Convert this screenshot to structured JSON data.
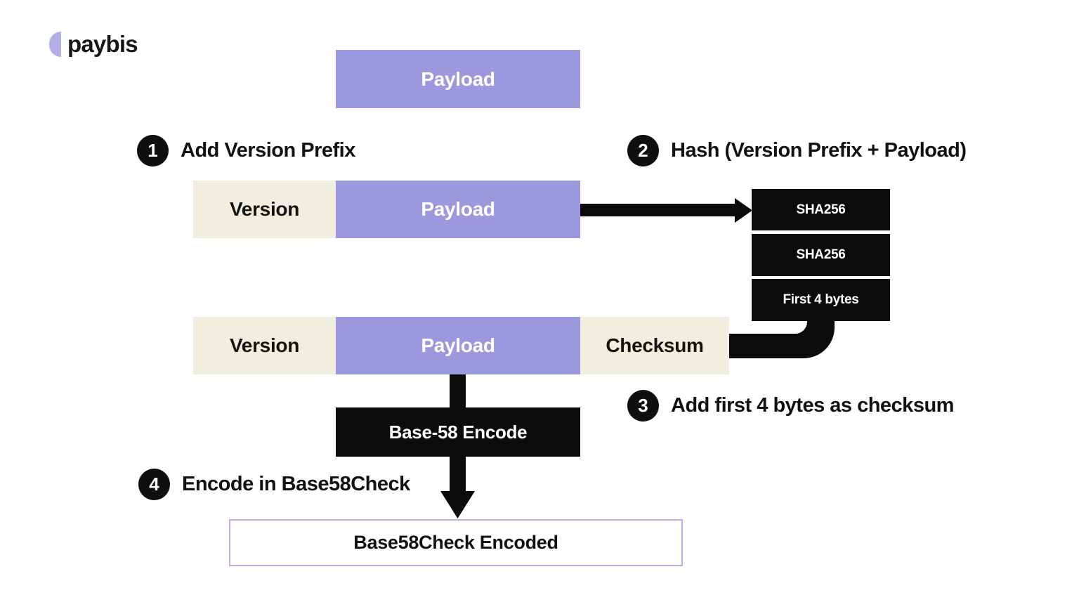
{
  "logo": {
    "text": "paybis"
  },
  "steps": [
    {
      "number": "1",
      "label": "Add Version Prefix"
    },
    {
      "number": "2",
      "label": "Hash (Version Prefix + Payload)"
    },
    {
      "number": "3",
      "label": "Add first 4 bytes as checksum"
    },
    {
      "number": "4",
      "label": "Encode in Base58Check"
    }
  ],
  "boxes": {
    "payload_top": "Payload",
    "row2": {
      "version": "Version",
      "payload": "Payload"
    },
    "row3": {
      "version": "Version",
      "payload": "Payload",
      "checksum": "Checksum"
    },
    "hash": [
      "SHA256",
      "SHA256",
      "First 4 bytes"
    ],
    "base58_encode": "Base-58 Encode",
    "result": "Base58Check Encoded"
  },
  "colors": {
    "purple": "#9b98de",
    "cream": "#f0eede",
    "black": "#0b0b0b",
    "logo_purple": "#b2aee6",
    "result_border": "#b6b3ea"
  }
}
